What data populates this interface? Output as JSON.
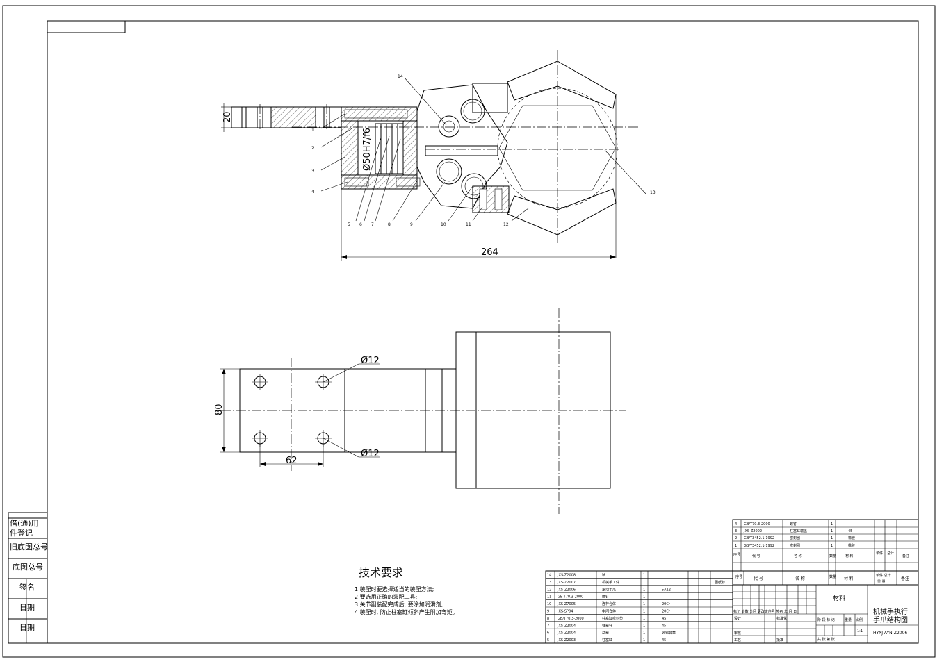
{
  "drawing": {
    "top_view": {
      "dim_width": "264",
      "dim_height": "20",
      "dim_fit": "Ø50H7/f6",
      "callouts": [
        "1",
        "2",
        "3",
        "4",
        "5",
        "6",
        "7",
        "8",
        "9",
        "10",
        "11",
        "12",
        "13",
        "14"
      ]
    },
    "bottom_view": {
      "dim_hole_top": "Ø12",
      "dim_hole_bottom": "Ø12",
      "dim_height": "80",
      "dim_spacing": "62"
    }
  },
  "left_strip": {
    "rows": [
      "借(通)用",
      "件登记",
      "旧底图总号",
      "底图总号",
      "签名",
      "日期",
      "日期"
    ]
  },
  "tech_requirements": {
    "title": "技术要求",
    "items": [
      "1.装配时要选择适当的装配方法;",
      "2.要选用正确的装配工具;",
      "3.关节副装配完成后, 要涂加润滑剂;",
      "4.装配时, 防止柱塞缸倾斜产生附加弯矩。"
    ]
  },
  "bom_lower": {
    "rows": [
      {
        "no": "14",
        "code": "JXS-Z2008",
        "name": "轴",
        "qty": "1",
        "mat": ""
      },
      {
        "no": "13",
        "code": "JXS-Z2007",
        "name": "机械手工件",
        "qty": "1",
        "mat": ""
      },
      {
        "no": "12",
        "code": "JXS-Z2006",
        "name": "滚动手爪",
        "qty": "1",
        "mat": "5A12"
      },
      {
        "no": "11",
        "code": "GB-T70.3-2000",
        "name": "螺钉",
        "qty": "1",
        "mat": ""
      },
      {
        "no": "10",
        "code": "JXS-Z7005",
        "name": "连杆合体",
        "qty": "1",
        "mat": "20Cr"
      },
      {
        "no": "9",
        "code": "JXS-SP04",
        "name": "中间合体",
        "qty": "1",
        "mat": "20Cr"
      },
      {
        "no": "8",
        "code": "GB/T70.3-2000",
        "name": "柱塞缸密封垫",
        "qty": "1",
        "mat": "45"
      },
      {
        "no": "7",
        "code": "JXS-Z2004",
        "name": "柱塞杆",
        "qty": "1",
        "mat": "45"
      },
      {
        "no": "6",
        "code": "JXS-Z2004",
        "name": "活塞",
        "qty": "1",
        "mat": "铸铝合金"
      },
      {
        "no": "5",
        "code": "JXS-Z2003",
        "name": "柱塞缸",
        "qty": "1",
        "mat": "45"
      }
    ],
    "header_label": "图纸标"
  },
  "bom_upper": {
    "rows": [
      {
        "no": "4",
        "code": "GB/T70.3-2000",
        "name": "螺钉",
        "qty": "1",
        "mat": ""
      },
      {
        "no": "3",
        "code": "JXS-Z2002",
        "name": "柱塞缸端盖",
        "qty": "1",
        "mat": "45"
      },
      {
        "no": "2",
        "code": "GB/T3452.1-1992",
        "name": "密封圈",
        "qty": "1",
        "mat": "橡胶"
      },
      {
        "no": "1",
        "code": "GB/T3452.1-1992",
        "name": "密封圈",
        "qty": "1",
        "mat": "橡胶"
      }
    ],
    "header": {
      "no": "序号",
      "code": "代 号",
      "name": "名 称",
      "qty": "数量",
      "mat": "材 料",
      "unit": "单件",
      "total": "总计",
      "mass": "重 量",
      "remark": "备注"
    }
  },
  "title_block": {
    "header": {
      "no": "序号",
      "code": "代  号",
      "name": "名  称",
      "qty": "数量",
      "mat": "材  料",
      "unit_total": "单件 总计",
      "mass": "重  量",
      "remark": "备注"
    },
    "material_label": "材料",
    "title_line1": "机械手执行",
    "title_line2": "手爪结构图",
    "drawing_no": "HYXJ-AYN-Z2006",
    "scale": "1:1",
    "rev_header": "标记 处数 分区 更改文件号 签名 年 月 日",
    "design": "设计",
    "standard": "标准化",
    "review": "审核",
    "craft": "工艺",
    "approve": "批准",
    "stage": "阶 段 标 记",
    "weight": "重量",
    "ratio": "比例",
    "sheets": "共   张   第   张"
  }
}
